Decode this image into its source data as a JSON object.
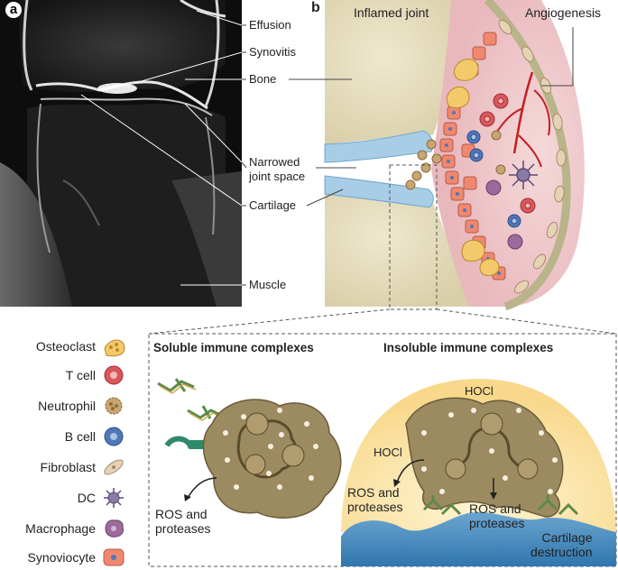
{
  "panel_a": {
    "letter": "a",
    "labels": [
      "Effusion",
      "Synovitis",
      "Bone",
      "Narrowed joint space",
      "Cartilage",
      "Muscle"
    ]
  },
  "panel_b": {
    "letter": "b",
    "title": "Inflamed joint",
    "angiogenesis": "Angiogenesis"
  },
  "legend": {
    "items": [
      {
        "label": "Osteoclast",
        "icon": "osteoclast-icon",
        "color": "#f4c96b"
      },
      {
        "label": "T cell",
        "icon": "t-cell-icon",
        "color": "#d9575b"
      },
      {
        "label": "Neutrophil",
        "icon": "neutrophil-icon",
        "color": "#c9a571"
      },
      {
        "label": "B cell",
        "icon": "b-cell-icon",
        "color": "#4f77b8"
      },
      {
        "label": "Fibroblast",
        "icon": "fibroblast-icon",
        "color": "#d9b79c"
      },
      {
        "label": "DC",
        "icon": "dc-icon",
        "color": "#8a7aa8"
      },
      {
        "label": "Macrophage",
        "icon": "macrophage-icon",
        "color": "#9c6b9b"
      },
      {
        "label": "Synoviocyte",
        "icon": "synoviocyte-icon",
        "color": "#f08870"
      }
    ]
  },
  "detail": {
    "soluble_title": "Soluble immune complexes",
    "insoluble_title": "Insoluble immune complexes",
    "soluble_ros_line1": "ROS and",
    "soluble_ros_line2": "proteases",
    "hocl_top": "HOCl",
    "hocl_left": "HOCl",
    "ros_left_line1": "ROS and",
    "ros_left_line2": "proteases",
    "ros_mid_line1": "ROS and",
    "ros_mid_line2": "proteases",
    "destruction_line1": "Cartilage",
    "destruction_line2": "destruction"
  }
}
